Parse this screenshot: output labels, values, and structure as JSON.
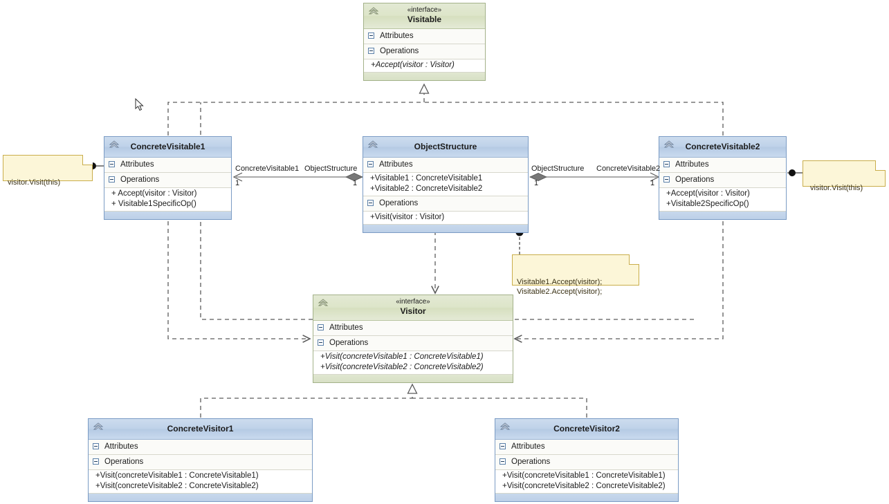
{
  "diagram": {
    "title": "Visitor design pattern UML class diagram",
    "classes": [
      {
        "id": "visitable",
        "stereotype": "«interface»",
        "name": "Visitable",
        "kind": "interface",
        "attributes_label": "Attributes",
        "attributes": [],
        "operations_label": "Operations",
        "operations": [
          "+Accept(visitor : Visitor)"
        ],
        "abstract_operations": true
      },
      {
        "id": "concrete-visitable-1",
        "stereotype": "",
        "name": "ConcreteVisitable1",
        "kind": "class",
        "attributes_label": "Attributes",
        "attributes": [],
        "operations_label": "Operations",
        "operations": [
          "+ Accept(visitor : Visitor)",
          "+ Visitable1SpecificOp()"
        ],
        "abstract_operations": false
      },
      {
        "id": "object-structure",
        "stereotype": "",
        "name": "ObjectStructure",
        "kind": "class",
        "attributes_label": "Attributes",
        "attributes": [
          "+Visitable1 : ConcreteVisitable1",
          "+Visitable2 : ConcreteVisitable2"
        ],
        "operations_label": "Operations",
        "operations": [
          "+Visit(visitor : Visitor)"
        ],
        "abstract_operations": false
      },
      {
        "id": "concrete-visitable-2",
        "stereotype": "",
        "name": "ConcreteVisitable2",
        "kind": "class",
        "attributes_label": "Attributes",
        "attributes": [],
        "operations_label": "Operations",
        "operations": [
          "+Accept(visitor : Visitor)",
          "+Visitable2SpecificOp()"
        ],
        "abstract_operations": false
      },
      {
        "id": "visitor",
        "stereotype": "«interface»",
        "name": "Visitor",
        "kind": "interface",
        "attributes_label": "Attributes",
        "attributes": [],
        "operations_label": "Operations",
        "operations": [
          "+Visit(concreteVisitable1 : ConcreteVisitable1)",
          "+Visit(concreteVisitable2 : ConcreteVisitable2)"
        ],
        "abstract_operations": true
      },
      {
        "id": "concrete-visitor-1",
        "stereotype": "",
        "name": "ConcreteVisitor1",
        "kind": "class",
        "attributes_label": "Attributes",
        "attributes": [],
        "operations_label": "Operations",
        "operations": [
          "+Visit(concreteVisitable1 : ConcreteVisitable1)",
          "+Visit(concreteVisitable2 : ConcreteVisitable2)"
        ],
        "abstract_operations": false
      },
      {
        "id": "concrete-visitor-2",
        "stereotype": "",
        "name": "ConcreteVisitor2",
        "kind": "class",
        "attributes_label": "Attributes",
        "attributes": [],
        "operations_label": "Operations",
        "operations": [
          "+Visit(concreteVisitable1 : ConcreteVisitable1)",
          "+Visit(concreteVisitable2 : ConcreteVisitable2)"
        ],
        "abstract_operations": false
      }
    ],
    "notes": [
      {
        "id": "note-left",
        "text": "visitor.Visit(this)"
      },
      {
        "id": "note-right",
        "text": "visitor.Visit(this)"
      },
      {
        "id": "note-center",
        "text": "Visitable1.Accept(visitor);\nVisitable2.Accept(visitor);"
      }
    ],
    "edge_labels": {
      "assoc_left_source": "ConcreteVisitable1",
      "assoc_left_target": "ObjectStructure",
      "assoc_left_mult_source": "1",
      "assoc_left_mult_target": "1",
      "assoc_right_source": "ObjectStructure",
      "assoc_right_target": "ConcreteVisitable2",
      "assoc_right_mult_source": "1",
      "assoc_right_mult_target": "1"
    },
    "colors": {
      "class_header": "#bfd2e9",
      "class_border": "#7a9bc4",
      "interface_header": "#dde5c9",
      "interface_border": "#a3b189",
      "note_fill": "#fcf6d8",
      "note_border": "#c9ad4a",
      "edge": "#5a5a5a",
      "canvas": "#ffffff"
    }
  }
}
